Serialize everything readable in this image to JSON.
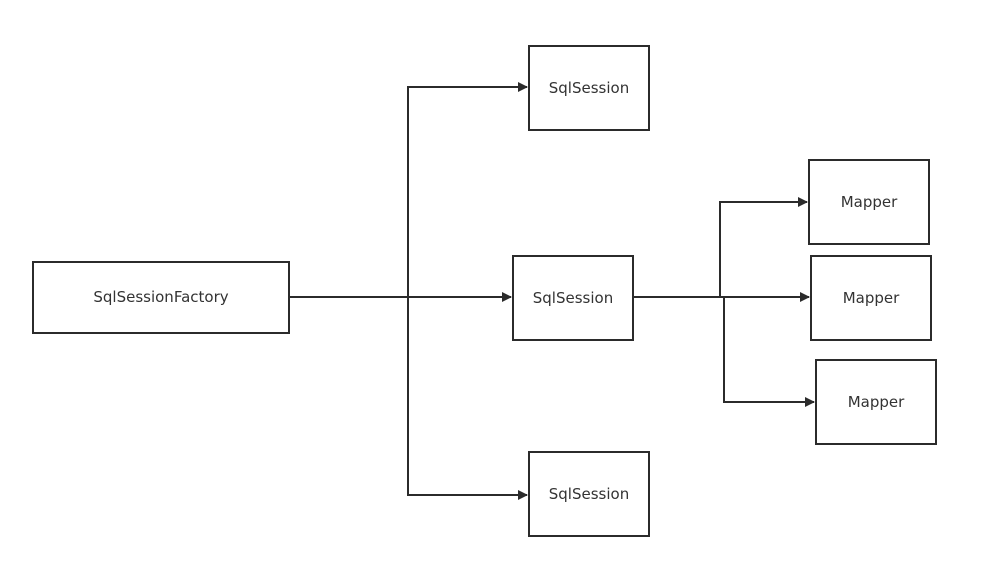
{
  "colors": {
    "stroke": "#2b2b2b",
    "text": "#333333",
    "background": "#ffffff"
  },
  "nodes": {
    "factory": "SqlSessionFactory",
    "session_top": "SqlSession",
    "session_middle": "SqlSession",
    "session_bottom": "SqlSession",
    "mapper_1": "Mapper",
    "mapper_2": "Mapper",
    "mapper_3": "Mapper"
  }
}
